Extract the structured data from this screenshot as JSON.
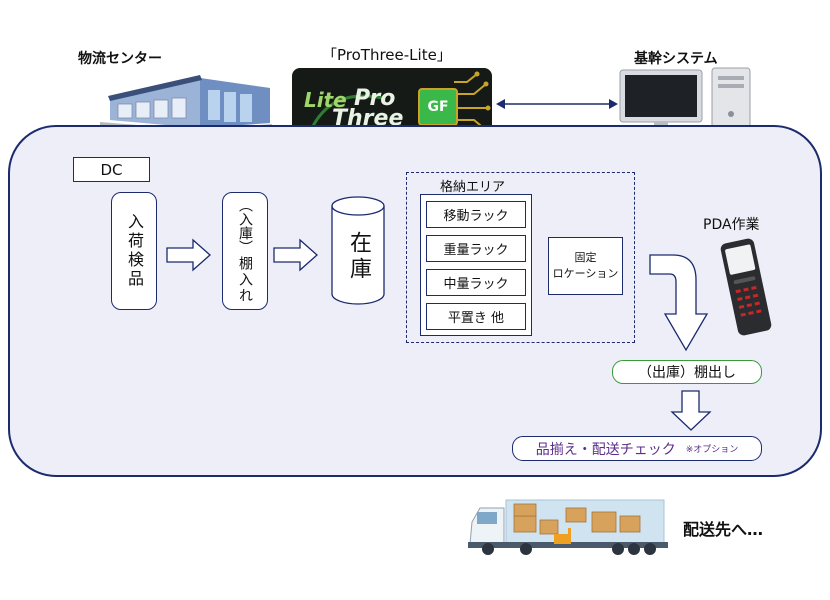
{
  "top": {
    "logistics_center_label": "物流センター",
    "product_name_label": "「ProThree-Lite」",
    "core_system_label": "基幹システム",
    "logo": {
      "lite_text": "Lite",
      "pro_text": "Pro",
      "three_text": "Three",
      "badge_text": "GF"
    }
  },
  "dc": {
    "label": "DC",
    "steps": {
      "receiving_inspection": "入荷検品",
      "putaway_paren": "（入庫）",
      "putaway_main": "棚入れ",
      "inventory": "在庫"
    },
    "storage_area": {
      "title": "格納エリア",
      "racks": [
        "移動ラック",
        "重量ラック",
        "中量ラック",
        "平置き 他"
      ],
      "fixed_location_line1": "固定",
      "fixed_location_line2": "ロケーション"
    },
    "pda_label": "PDA作業",
    "picking_label": "（出庫）棚出し",
    "check_label": "品揃え・配送チェック",
    "check_option": "※オプション"
  },
  "delivery_label": "配送先へ…",
  "colors": {
    "panel_bg": "#eeeef9",
    "panel_border": "#1c2a6e",
    "picking_border": "#3a9a3a",
    "check_text": "#5b2c8a"
  }
}
